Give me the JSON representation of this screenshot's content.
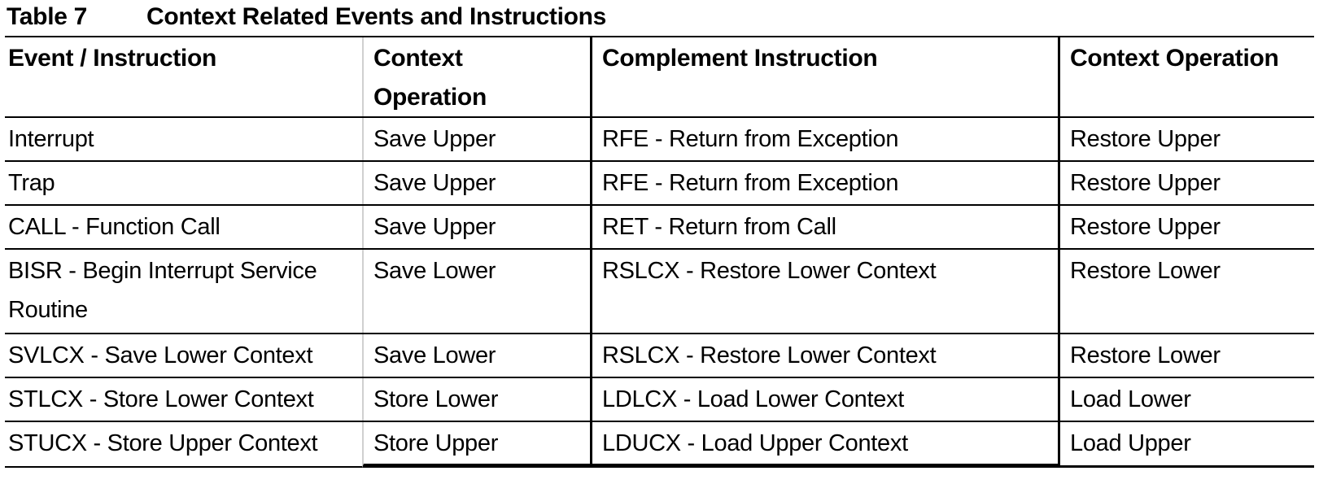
{
  "caption": {
    "label": "Table 7",
    "title": "Context Related Events and Instructions"
  },
  "table": {
    "headers": [
      "Event / Instruction",
      "Context Operation",
      "Complement Instruction",
      "Context Operation"
    ],
    "rows": [
      [
        "Interrupt",
        "Save Upper",
        "RFE - Return from Exception",
        "Restore Upper"
      ],
      [
        "Trap",
        "Save Upper",
        "RFE - Return from Exception",
        "Restore Upper"
      ],
      [
        "CALL - Function Call",
        "Save Upper",
        "RET - Return from Call",
        "Restore Upper"
      ],
      [
        "BISR - Begin Interrupt Service Routine",
        "Save Lower",
        "RSLCX - Restore Lower Context",
        "Restore Lower"
      ],
      [
        "SVLCX - Save Lower Context",
        "Save Lower",
        "RSLCX - Restore Lower Context",
        "Restore Lower"
      ],
      [
        "STLCX - Store Lower Context",
        "Store Lower",
        "LDLCX - Load Lower Context",
        "Load Lower"
      ],
      [
        "STUCX - Store Upper Context",
        "Store Upper",
        "LDUCX - Load Upper Context",
        "Load Upper"
      ]
    ]
  },
  "colors": {
    "text": "#000000",
    "rule_dark": "#000000",
    "rule_light": "#d0d0d0"
  }
}
